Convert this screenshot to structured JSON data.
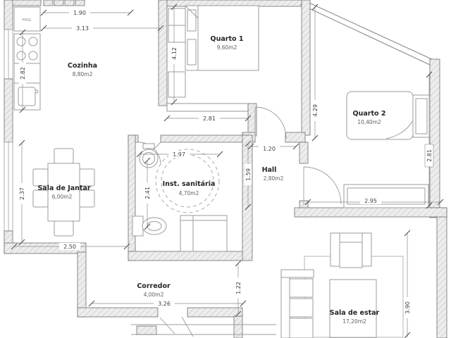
{
  "rooms": [
    {
      "name": "Cozinha",
      "area": "8,80m2"
    },
    {
      "name": "Quarto 1",
      "area": "9,60m2"
    },
    {
      "name": "Quarto 2",
      "area": "10,40m2"
    },
    {
      "name": "Sala de Jantar",
      "area": "6,00m2"
    },
    {
      "name": "Inst. sanitária",
      "area": "4,70m2"
    },
    {
      "name": "Hall",
      "area": "2,80m2"
    },
    {
      "name": "Corredor",
      "area": "4,00m2"
    },
    {
      "name": "Sala de estar",
      "area": "17,20m2"
    }
  ],
  "dimensions": {
    "kitchen_top_inner": "1.90",
    "kitchen_top_outer": "3.13",
    "bedroom1_left": "4.12",
    "passage_width": "2.81",
    "bedroom2_left": "4.29",
    "kitchen_counter": "2.82",
    "bathroom_top": "1.97",
    "bathroom_left": "2.41",
    "bathroom_right": "1.59",
    "hall_top": "1.20",
    "dining_left": "2.37",
    "dining_bottom": "2.50",
    "bedroom2_bottom": "2.95",
    "bedroom2_right": "2.81",
    "corridor_height": "1.22",
    "corridor_length": "3.26",
    "living_right": "3.90"
  },
  "fixtures": {
    "fridge_label": "FRIG"
  },
  "colors": {
    "wall_fill": "#ededed",
    "hatch_line": "#bdbdbd",
    "outline": "#6f6f6f",
    "furniture_line": "#9b9b9b",
    "text_dark": "#262626",
    "text_light": "#5f5f5f"
  }
}
